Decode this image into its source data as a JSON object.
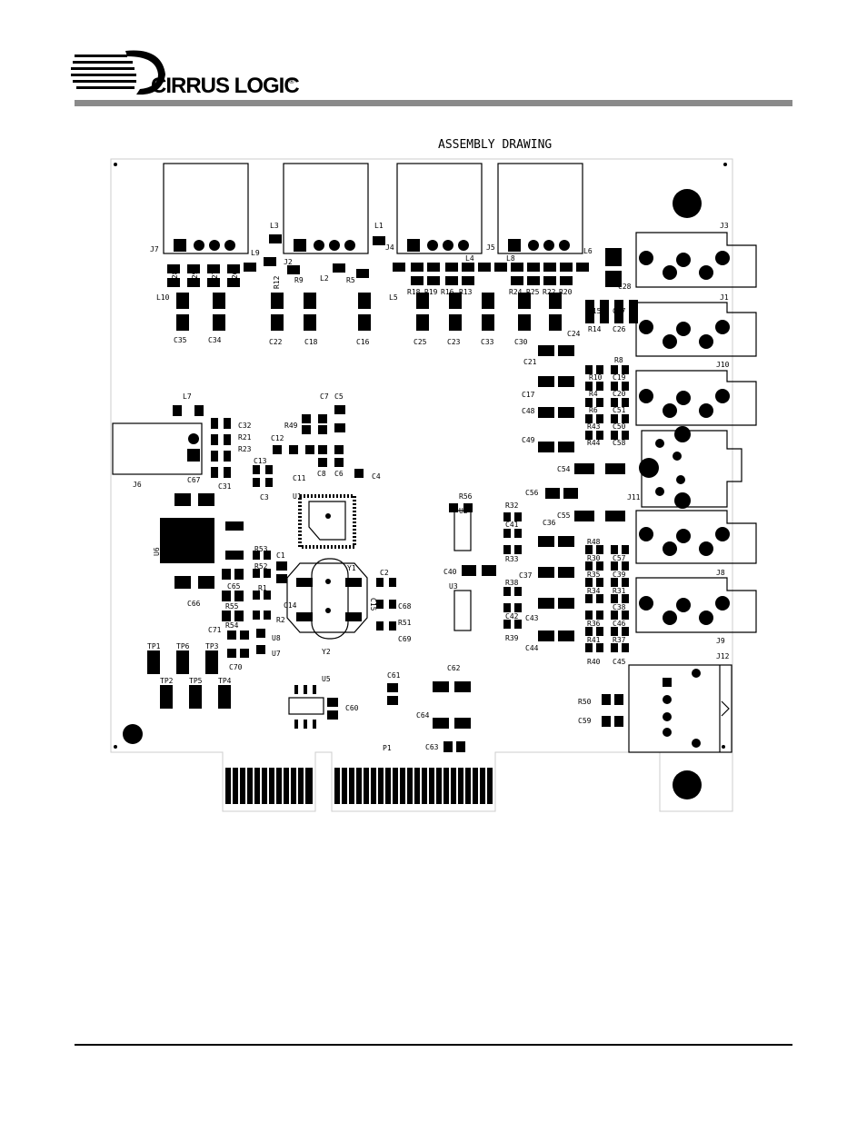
{
  "header": {
    "brand": "CIRRUS LOGIC",
    "registered": "®"
  },
  "title": "ASSEMBLY DRAWING",
  "labels": {
    "J7": "J7",
    "L9": "L9",
    "L3": "L3",
    "J2": "J2",
    "R9": "R9",
    "R12": "R12",
    "L2": "L2",
    "R5": "R5",
    "L1": "L1",
    "J4": "J4",
    "J5": "J5",
    "L4": "L4",
    "L8": "L8",
    "L6": "L6",
    "J3": "J3",
    "C28": "C28",
    "J1": "J1",
    "J10": "J10",
    "J11": "J11",
    "J8": "J8",
    "J9": "J9",
    "J12": "J12",
    "L10": "L10",
    "L5": "L5",
    "R28": "R28",
    "R29": "R29",
    "R27": "R27",
    "R26": "R26",
    "R18": "R18",
    "R19": "R19",
    "R16": "R16",
    "R13": "R13",
    "R24": "R24",
    "R25": "R25",
    "R22": "R22",
    "R20": "R20",
    "C35": "C35",
    "C34": "C34",
    "C22": "C22",
    "C18": "C18",
    "C16": "C16",
    "C25": "C25",
    "C23": "C23",
    "C33": "C33",
    "C30": "C30",
    "C24": "C24",
    "R15": "R15",
    "C27": "C27",
    "R14": "R14",
    "C26": "C26",
    "C21": "C21",
    "C17": "C17",
    "C48": "C48",
    "C49": "C49",
    "R8": "R8",
    "R10": "R10",
    "C19": "C19",
    "R4": "R4",
    "C20": "C20",
    "R6": "R6",
    "C51": "C51",
    "R43": "R43",
    "C50": "C50",
    "R44": "R44",
    "C58": "C58",
    "C54": "C54",
    "C56": "C56",
    "C55": "C55",
    "L7": "L7",
    "C7": "C7",
    "C5": "C5",
    "R49": "R49",
    "C32": "C32",
    "R21": "R21",
    "R23": "R23",
    "C12": "C12",
    "C13": "C13",
    "C11": "C11",
    "C8": "C8",
    "C6": "C6",
    "C4": "C4",
    "C31": "C31",
    "C3": "C3",
    "J6": "J6",
    "C67": "C67",
    "U6": "U6",
    "U1": "U1",
    "R56": "R56",
    "U2": "U2",
    "R32": "R32",
    "C41": "C41",
    "R33": "R33",
    "C36": "C36",
    "C37": "C37",
    "R38": "R38",
    "C42": "C42",
    "C43": "C43",
    "R39": "R39",
    "C44": "C44",
    "C40": "C40",
    "U3": "U3",
    "R48": "R48",
    "R30": "R30",
    "C57": "C57",
    "R35": "R35",
    "C39": "C39",
    "R34": "R34",
    "R31": "R31",
    "C38": "C38",
    "R36": "R36",
    "C46": "C46",
    "R41": "R41",
    "R37": "R37",
    "R40": "R40",
    "C45": "C45",
    "R53": "R53",
    "C1": "C1",
    "R52": "R52",
    "C65": "C65",
    "R1": "R1",
    "R55": "R55",
    "R2": "R2",
    "C66": "C66",
    "Y1": "Y1",
    "C2": "C2",
    "C14": "C14",
    "C15": "C15",
    "C68": "C68",
    "R51": "R51",
    "C69": "C69",
    "Y2": "Y2",
    "C71": "C71",
    "R54": "R54",
    "U8": "U8",
    "U7": "U7",
    "C70": "C70",
    "TP1": "TP1",
    "TP6": "TP6",
    "TP3": "TP3",
    "TP2": "TP2",
    "TP5": "TP5",
    "TP4": "TP4",
    "U5": "U5",
    "C60": "C60",
    "C61": "C61",
    "C62": "C62",
    "C64": "C64",
    "C63": "C63",
    "P1": "P1",
    "R50": "R50",
    "C59": "C59"
  },
  "colors": {
    "ink": "#000000",
    "rule": "#8a8a8a",
    "board_edge": "#cccccc"
  }
}
